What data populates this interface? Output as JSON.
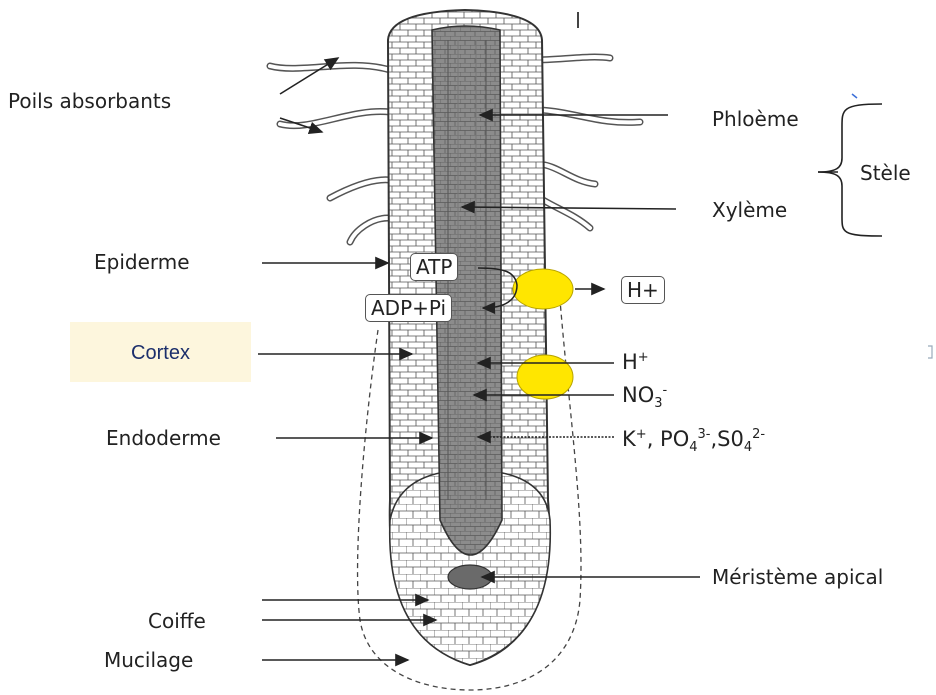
{
  "labels": {
    "poils_absorbants": "Poils absorbants",
    "phloeme": "Phloème",
    "stele": "Stèle",
    "xyleme": "Xylème",
    "epiderme": "Epiderme",
    "cortex": "Cortex",
    "endoderme": "Endoderme",
    "meristeme": "Méristème apical",
    "coiffe": "Coiffe",
    "mucilage": "Mucilage"
  },
  "energy": {
    "atp": "ATP",
    "adp": "ADP+Pi"
  },
  "ions": {
    "h_plus_box": "H+",
    "h_plus": {
      "base": "H",
      "sup": "+"
    },
    "nitrate": {
      "base": "NO",
      "sub": "3",
      "sup": "-"
    },
    "ions_list": {
      "k": "K",
      "k_sup": "+",
      "po": ", PO",
      "po_sub": "4",
      "po_sup": "3-",
      "so": ",S0",
      "so_sub": "4",
      "so_sup": "2-"
    }
  },
  "colors": {
    "transporter": "#ffe600",
    "cortex_box": "#fdf6dd",
    "stele_tissue": "#7a7a7a"
  }
}
